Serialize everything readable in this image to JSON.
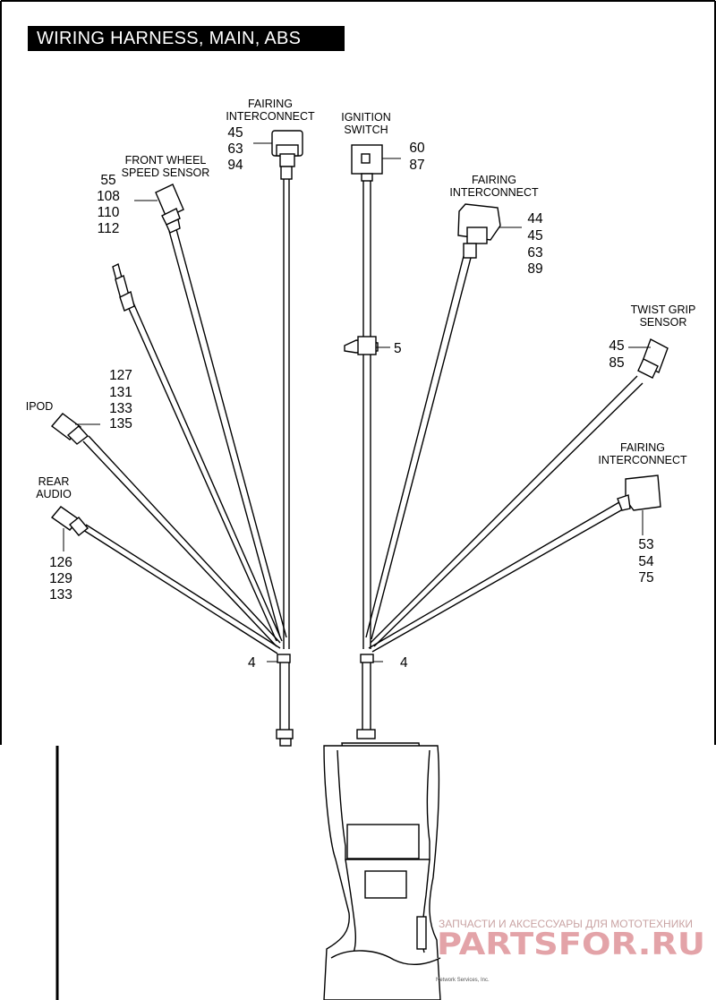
{
  "title": "WIRING HARNESS, MAIN, ABS",
  "callouts": {
    "fairing_top_label": [
      "FAIRING",
      "INTERCONNECT"
    ],
    "fairing_top_numbers": [
      "45",
      "63",
      "94"
    ],
    "ignition_label": [
      "IGNITION",
      "SWITCH"
    ],
    "ignition_numbers": [
      "60",
      "87"
    ],
    "front_wheel_label": [
      "FRONT WHEEL",
      "SPEED SENSOR"
    ],
    "front_wheel_numbers": [
      "55",
      "108",
      "110",
      "112"
    ],
    "fairing_right_label": [
      "FAIRING",
      "INTERCONNECT"
    ],
    "fairing_right_numbers": [
      "44",
      "45",
      "63",
      "89"
    ],
    "clip_number": "5",
    "twist_grip_label": [
      "TWIST GRIP",
      "SENSOR"
    ],
    "twist_grip_numbers": [
      "45",
      "85"
    ],
    "ipod_label": "IPOD",
    "ipod_numbers": [
      "127",
      "131",
      "133",
      "135"
    ],
    "fairing_lower_label": [
      "FAIRING",
      "INTERCONNECT"
    ],
    "fairing_lower_numbers": [
      "53",
      "54",
      "75"
    ],
    "rear_audio_label": [
      "REAR",
      "AUDIO"
    ],
    "rear_audio_numbers": [
      "126",
      "129",
      "133"
    ],
    "tie_left_number": "4",
    "tie_right_number": "4"
  },
  "watermark": {
    "line1": "ЗАПЧАСТИ И АКСЕССУАРЫ ДЛЯ МОТОТЕХНИКИ",
    "line2": "PARTSFOR.RU"
  },
  "credit": "Network Services, Inc."
}
